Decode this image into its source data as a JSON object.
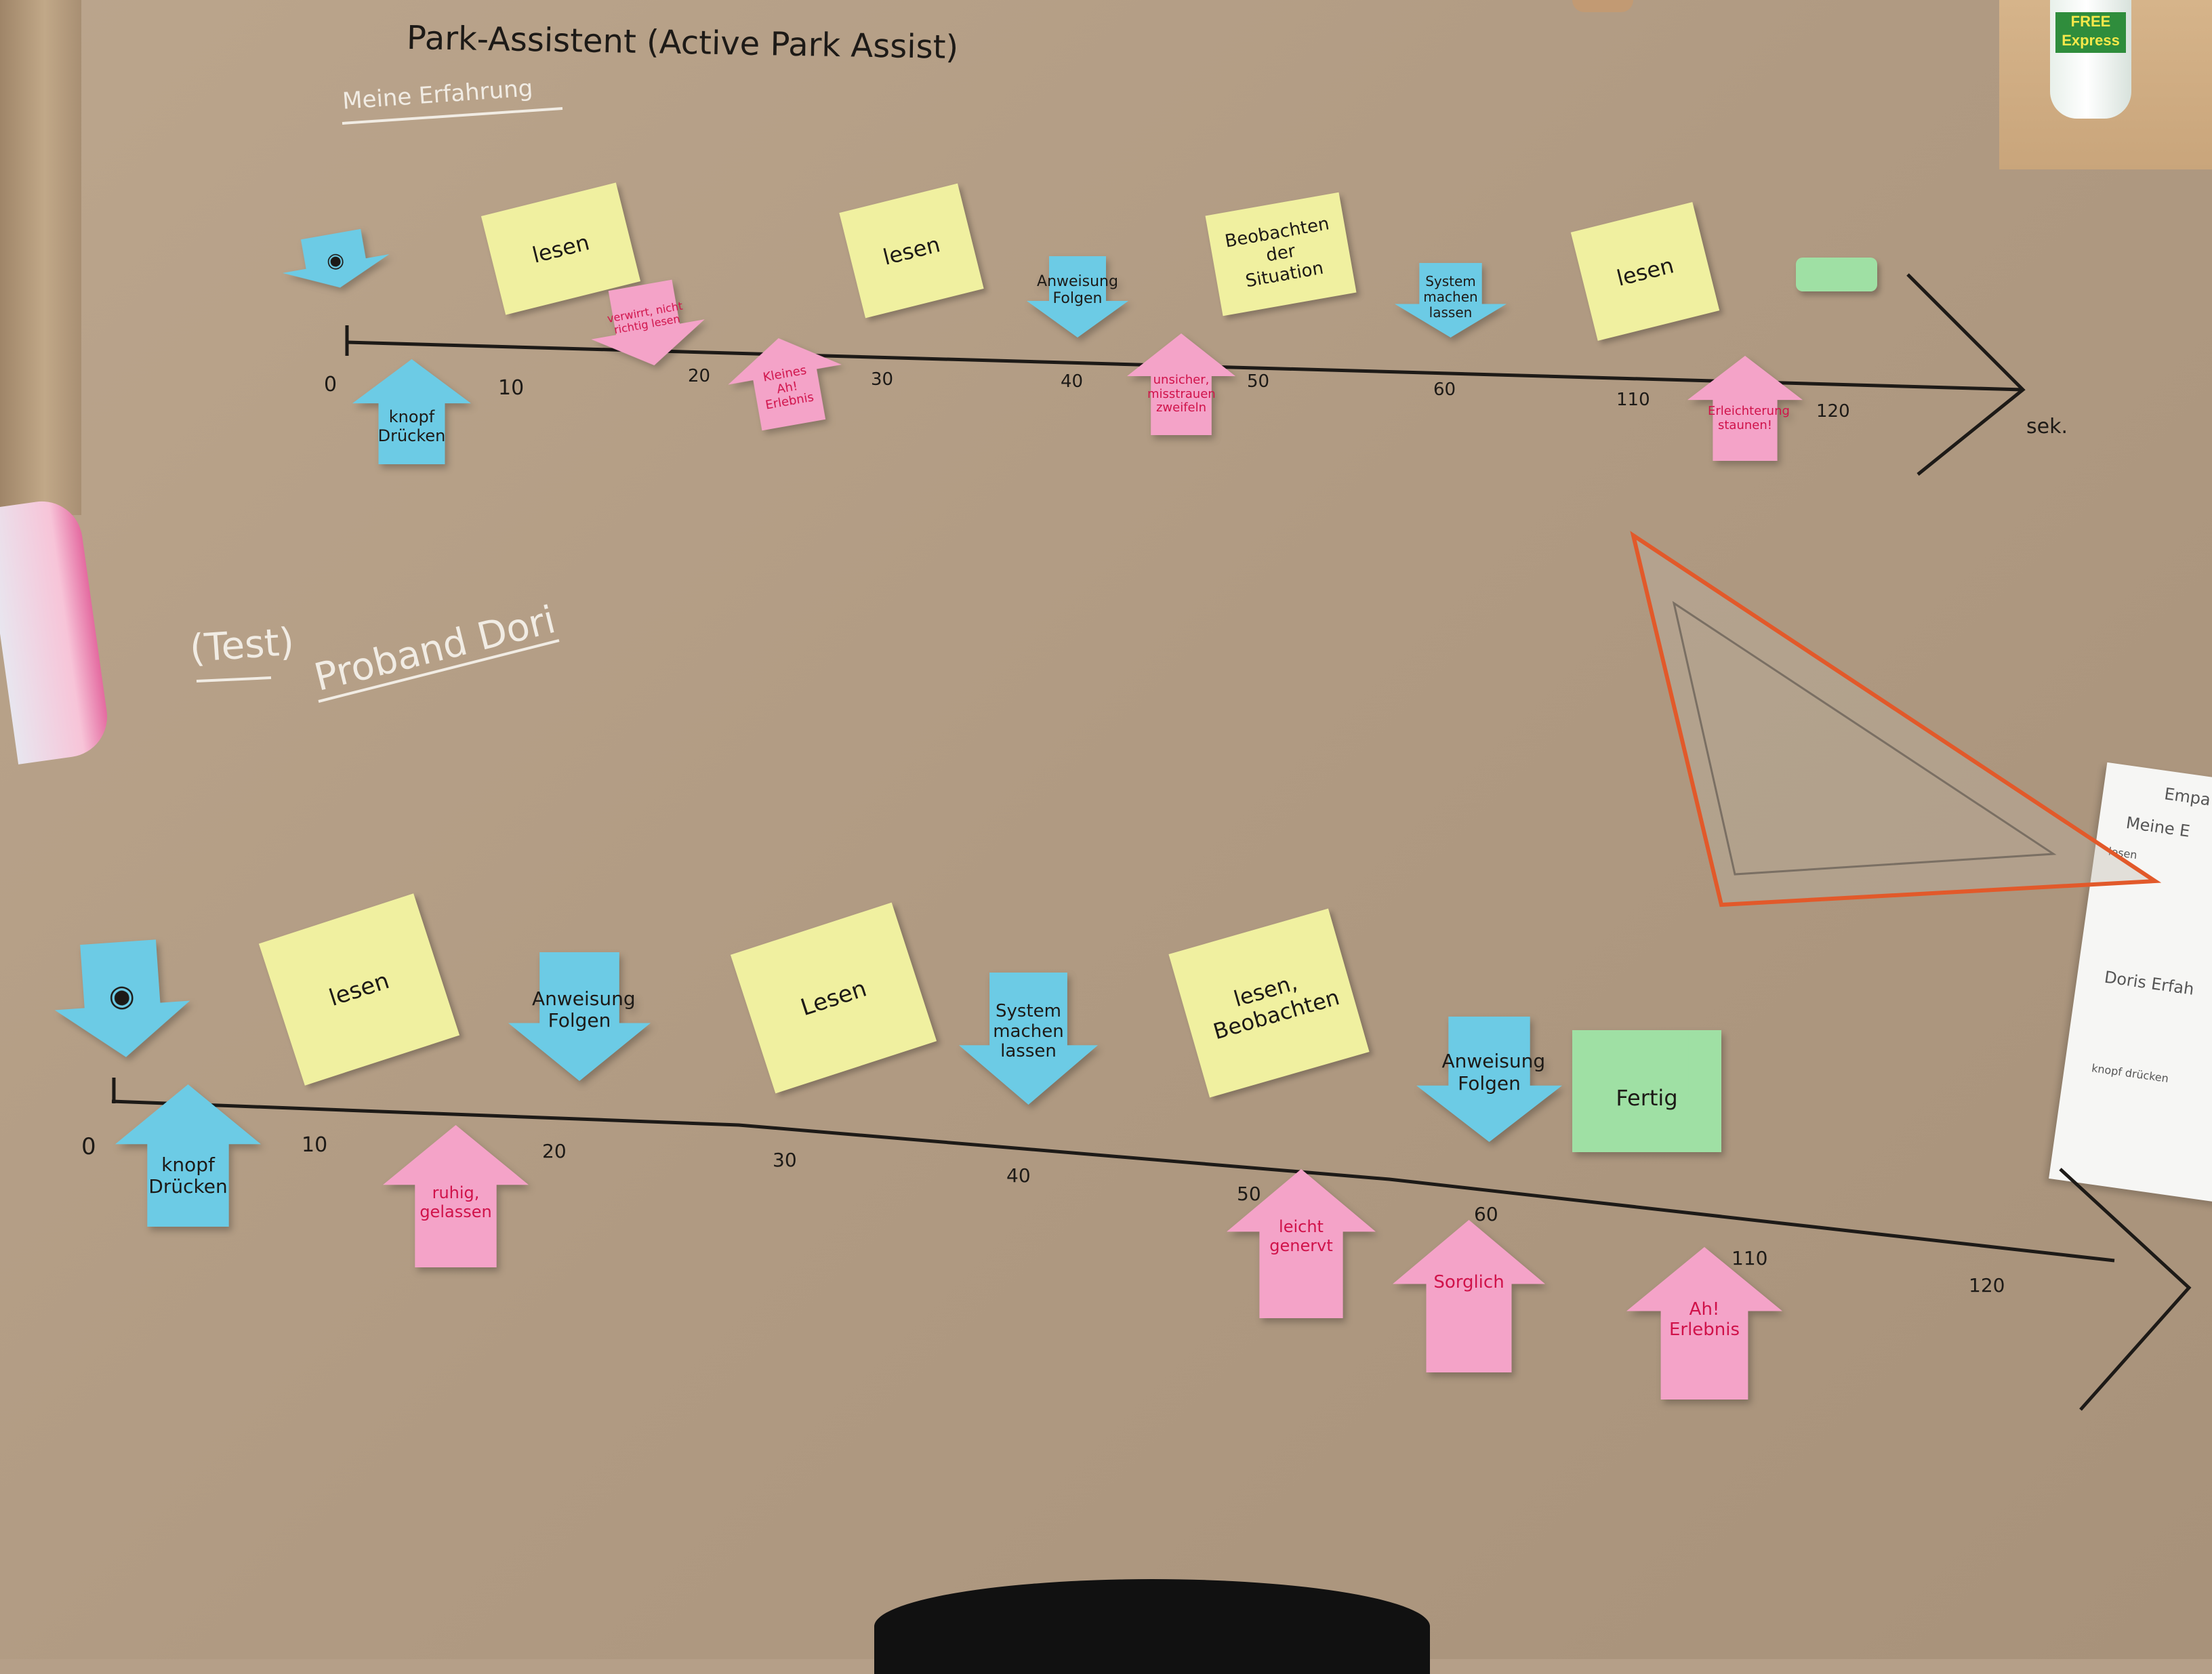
{
  "title": "Park-Assistent (Active Park Assist)",
  "section1": {
    "heading": "Meine Erfahrung",
    "axis_ticks": [
      "0",
      "10",
      "20",
      "30",
      "40",
      "50",
      "60",
      "110",
      "120"
    ],
    "axis_unit": "sek.",
    "notes_above": [
      "lesen",
      "lesen",
      "Beobachten der Situation",
      "lesen"
    ],
    "arrows_down": [
      "Anweisung Folgen",
      "System machen lassen"
    ],
    "arrows_up_pink": [
      "verwirrt, nicht richtig lesen",
      "Kleines Ah! Erlebnis",
      "unsicher, misstrauen zweifeln",
      "Erleichterung staunen!"
    ],
    "arrow_up_blue": "knopf Drücken"
  },
  "section2": {
    "heading_prefix": "(Test)",
    "heading": "Proband Dori",
    "axis_ticks": [
      "0",
      "10",
      "20",
      "30",
      "40",
      "50",
      "60",
      "110",
      "120"
    ],
    "notes_above": [
      "lesen",
      "Lesen",
      "lesen, Beobachten"
    ],
    "arrows_down": [
      "Anweisung Folgen",
      "System machen lassen",
      "Anweisung Folgen"
    ],
    "arrow_done": "Fertig",
    "arrow_up_blue": "knopf Drücken",
    "arrows_up_pink": [
      "ruhig, gelassen",
      "leicht genervt",
      "Sorglich",
      "Ah! Erlebnis"
    ]
  },
  "bottle_label": "FREE Express",
  "side_sheet": {
    "lines": [
      "Empa",
      "Meine E",
      "Doris Erfah",
      "lesen",
      "knopf drücken"
    ]
  },
  "colors": {
    "paper": "#b59f88",
    "yellow_note": "#f0f0a0",
    "blue_note": "#6ccbe5",
    "pink_note": "#f4a3c8",
    "green_note": "#9fe0a4",
    "pink_ink": "#d0124a",
    "marker": "#1d1a17",
    "chalk": "#f1ece4"
  }
}
